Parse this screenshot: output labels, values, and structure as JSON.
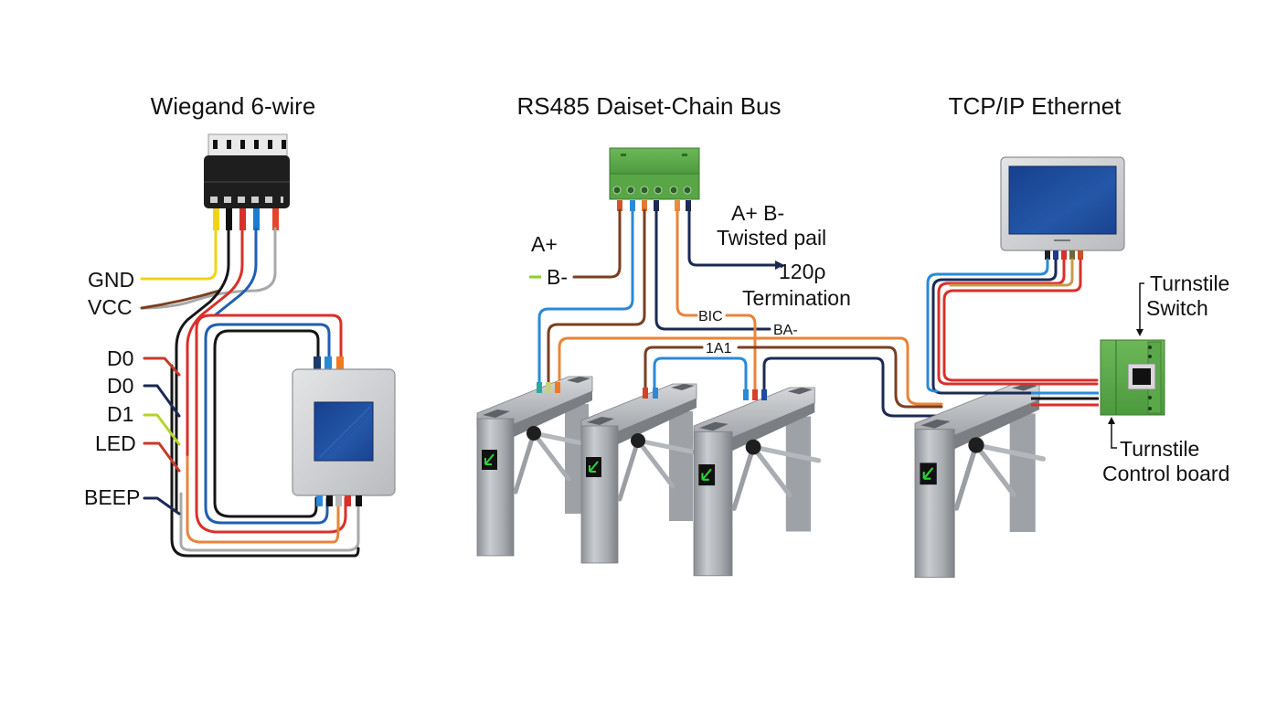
{
  "sections": {
    "wiegand": {
      "title": "Wiegand 6-wire",
      "labels": [
        "GND",
        "VCC",
        "D0",
        "D0",
        "D1",
        "LED",
        "BEEP"
      ],
      "connector_wire_colors": [
        "#f1d21a",
        "#111111",
        "#d8302a",
        "#1e7bd0",
        "#e8442a",
        "#aaaaaa"
      ],
      "reader_top_pins": [
        "#1b3c6e",
        "#2a8ad8",
        "#ee7a22"
      ],
      "reader_bottom_pins": [
        "#2a8ad8",
        "#111111",
        "#b8b8b8",
        "#d8302a",
        "#111111"
      ]
    },
    "rs485": {
      "title": "RS485 Daiset-Chain Bus",
      "label_a_plus": "A+",
      "label_b_minus": "B-",
      "twisted_pair_line1": "A+ B-",
      "twisted_pair_line2": "Twisted pail",
      "termination_line1": "120ρ",
      "termination_line2": "Termination",
      "bus_label_bic": "BIC",
      "bus_label_ba": "BA-",
      "bus_label_1a1": "1A1",
      "connector_wire_colors": [
        "#d5522a",
        "#2a8ad8",
        "#e07a34",
        "#1b2a55",
        "#ee8a44",
        "#1b2a55"
      ]
    },
    "tcpip": {
      "title": "TCP/IP Ethernet",
      "switch_label_line1": "Turnstile",
      "switch_label_line2": "Switch",
      "board_label_line1": "Turnstile",
      "board_label_line2": "Control board",
      "monitor_pin_colors": [
        "#222222",
        "#1b3c8e",
        "#d8302a",
        "#6a6a3a",
        "#c8502a"
      ]
    }
  },
  "colors": {
    "yellow": "#f1d21a",
    "brown": "#7a3f22",
    "red": "#d8302a",
    "blue": "#2a8ad8",
    "navy": "#1b2a55",
    "orange": "#e8843a",
    "gray": "#a8a8a8",
    "black": "#151515",
    "green_lime": "#8ccf2a",
    "screen_blue": "#1e4a9a",
    "terminal_green": "#5aa84a"
  }
}
